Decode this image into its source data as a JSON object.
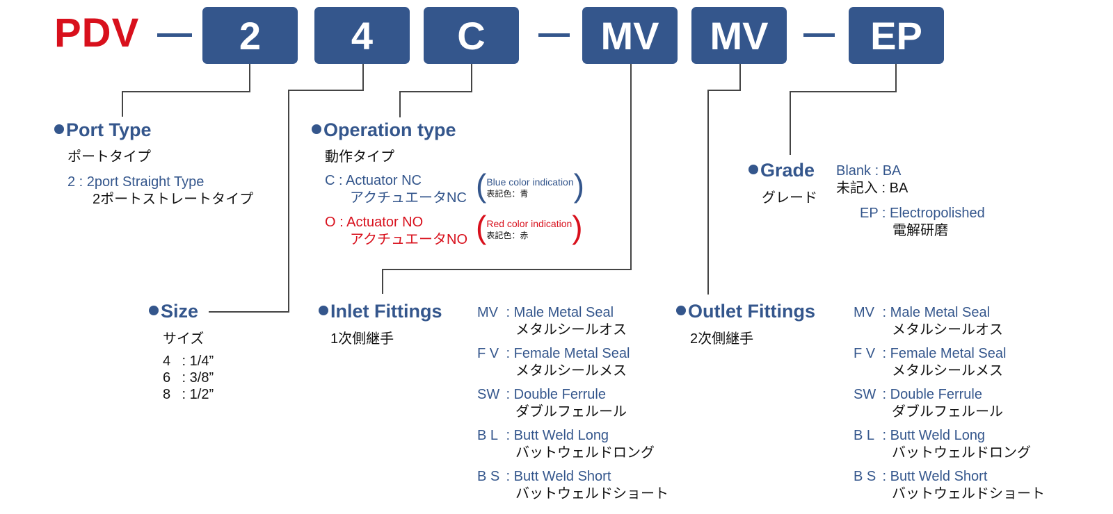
{
  "model": {
    "prefix": "PDV",
    "codes": [
      "2",
      "4",
      "C",
      "MV",
      "MV",
      "EP"
    ]
  },
  "port_type": {
    "title": "Port Type",
    "title_jp": "ポートタイプ",
    "option_code": "2",
    "option_en": "2port Straight Type",
    "option_jp": "2ポートストレートタイプ"
  },
  "operation_type": {
    "title": "Operation type",
    "title_jp": "動作タイプ",
    "options": [
      {
        "code": "C",
        "en": "Actuator NC",
        "jp": "アクチュエータNC",
        "note_en": "Blue color indication",
        "note_jp": "表記色：青",
        "color": "#34568c"
      },
      {
        "code": "O",
        "en": "Actuator NO",
        "jp": "アクチュエータNO",
        "note_en": "Red color indication",
        "note_jp": "表記色：赤",
        "color": "#d8101c"
      }
    ]
  },
  "grade": {
    "title": "Grade",
    "title_jp": "グレード",
    "blank_code": "Blank",
    "blank_code_jp": "未記入",
    "blank_value": "BA",
    "ep_code": "EP",
    "ep_en": "Electropolished",
    "ep_jp": "電解研磨"
  },
  "size": {
    "title": "Size",
    "title_jp": "サイズ",
    "options": [
      {
        "code": "4",
        "value": "1/4”"
      },
      {
        "code": "6",
        "value": "3/8”"
      },
      {
        "code": "8",
        "value": "1/2”"
      }
    ]
  },
  "inlet": {
    "title": "Inlet Fittings",
    "title_jp": "1次側継手",
    "options": [
      {
        "code": "MV",
        "en": "Male Metal Seal",
        "jp": "メタルシールオス"
      },
      {
        "code": "F V",
        "en": "Female Metal Seal",
        "jp": "メタルシールメス"
      },
      {
        "code": "SW",
        "en": "Double Ferrule",
        "jp": "ダブルフェルール"
      },
      {
        "code": "B L",
        "en": "Butt Weld Long",
        "jp": "バットウェルドロング"
      },
      {
        "code": "B S",
        "en": "Butt Weld Short",
        "jp": "バットウェルドショート"
      }
    ]
  },
  "outlet": {
    "title": "Outlet Fittings",
    "title_jp": "2次側継手",
    "options": [
      {
        "code": "MV",
        "en": "Male Metal Seal",
        "jp": "メタルシールオス"
      },
      {
        "code": "F V",
        "en": "Female Metal Seal",
        "jp": "メタルシールメス"
      },
      {
        "code": "SW",
        "en": "Double Ferrule",
        "jp": "ダブルフェルール"
      },
      {
        "code": "B L",
        "en": "Butt Weld Long",
        "jp": "バットウェルドロング"
      },
      {
        "code": "B S",
        "en": "Butt Weld Short",
        "jp": "バットウェルドショート"
      }
    ]
  },
  "colors": {
    "brand_blue": "#34568c",
    "brand_red": "#d8101c"
  }
}
